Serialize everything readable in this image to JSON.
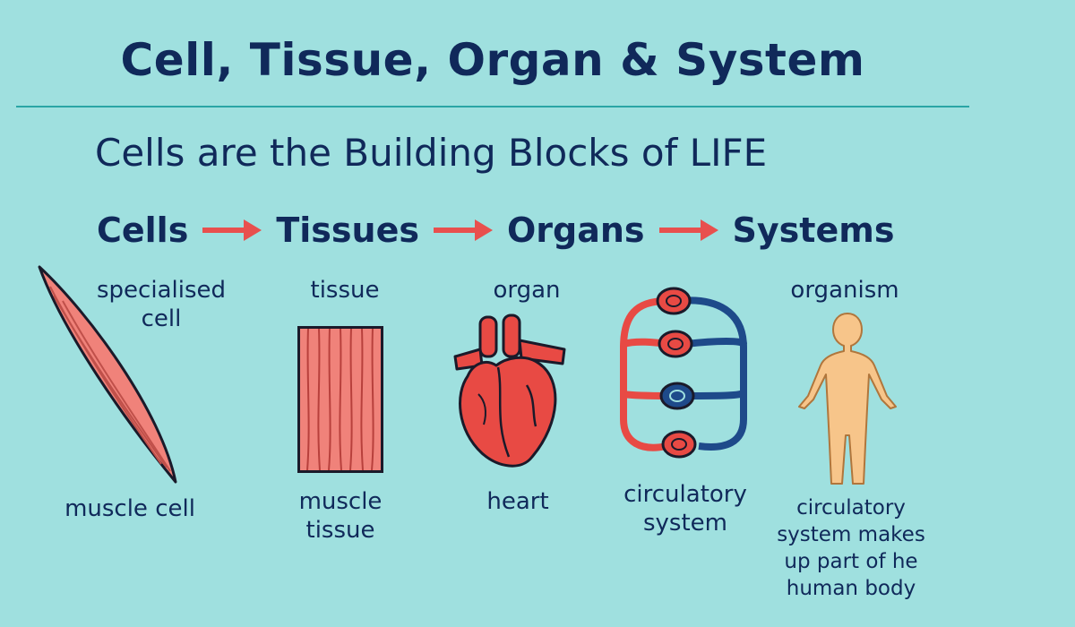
{
  "title": "Cell, Tissue, Organ & System",
  "subtitle": "Cells are the Building Blocks of LIFE",
  "flow": [
    "Cells",
    "Tissues",
    "Organs",
    "Systems"
  ],
  "panels": {
    "cell": {
      "top_label": "specialised\ncell",
      "bottom_label": "muscle cell"
    },
    "tissue": {
      "top_label": "tissue",
      "bottom_label": "muscle\ntissue"
    },
    "organ": {
      "top_label": "organ",
      "bottom_label": "heart"
    },
    "system": {
      "top_label": "",
      "bottom_label": "circulatory\nsystem"
    },
    "organism": {
      "top_label": "organism",
      "bottom_label": "circulatory\nsystem makes\nup part of he\nhuman body"
    }
  },
  "colors": {
    "background": "#9fe0df",
    "text": "#10295a",
    "arrow": "#e8504e",
    "muscle": "#f0827a",
    "heart": "#e84a44",
    "vein": "#1e4a8a",
    "skin": "#f7c58a"
  },
  "icons": [
    "muscle-cell-icon",
    "muscle-tissue-icon",
    "heart-icon",
    "circulatory-system-icon",
    "human-body-icon"
  ]
}
